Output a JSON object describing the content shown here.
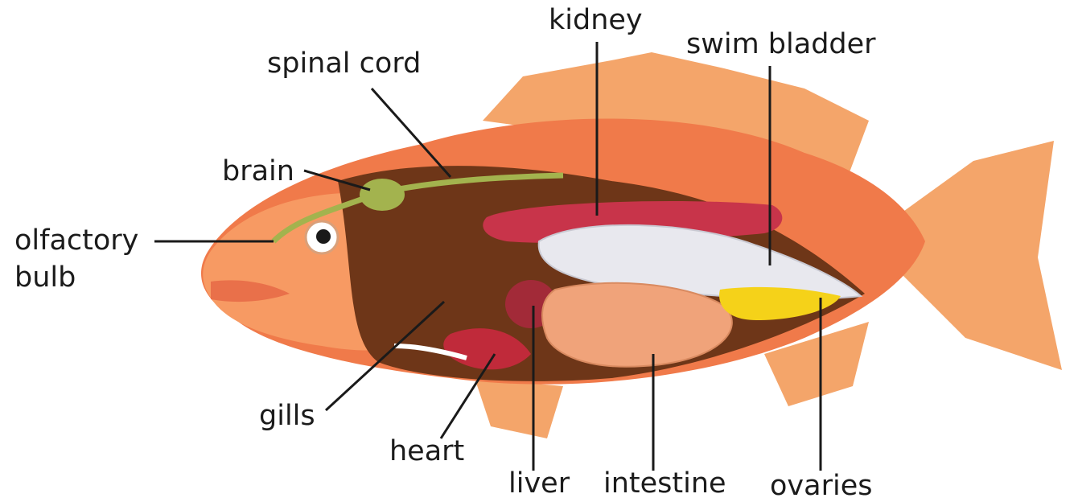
{
  "labels": {
    "kidney": "kidney",
    "swim_bladder": "swim bladder",
    "spinal_cord": "spinal cord",
    "brain": "brain",
    "olfactory_bulb": "olfactory\nbulb",
    "gills": "gills",
    "heart": "heart",
    "liver": "liver",
    "intestine": "intestine",
    "ovaries": "ovaries"
  },
  "colors": {
    "fin": "#f4a56a",
    "body": "#f07a4a",
    "body_light": "#f79a63",
    "cavity": "#6e3618",
    "kidney": "#c8344a",
    "swim_bladder": "#e8e8ee",
    "brain": "#a3b34e",
    "liver": "#a22a38",
    "gills": "#c02a3a",
    "intestine": "#f0a37a",
    "ovaries": "#f5d219"
  }
}
